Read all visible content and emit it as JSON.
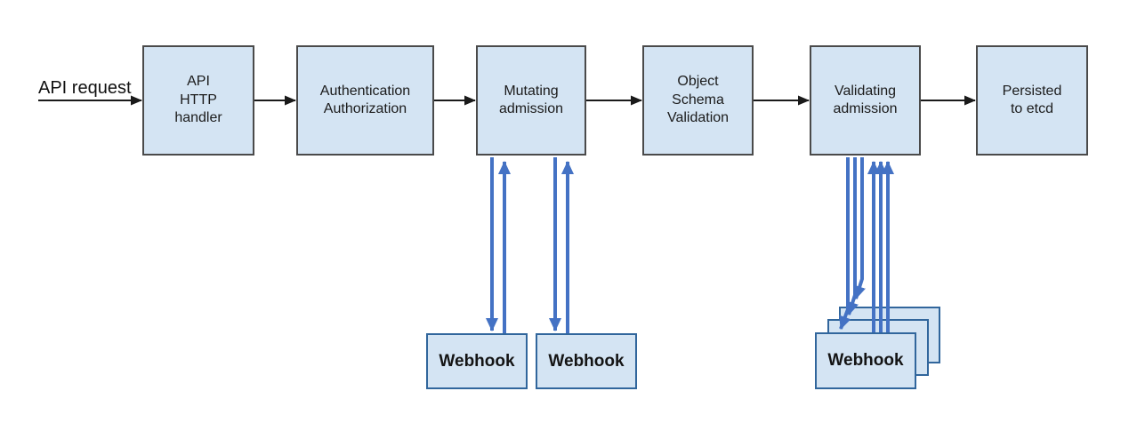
{
  "request_label": "API request",
  "nodes": [
    {
      "id": "api-http-handler",
      "label": "API\nHTTP\nhandler"
    },
    {
      "id": "authentication-authorization",
      "label": "Authentication\nAuthorization"
    },
    {
      "id": "mutating-admission",
      "label": "Mutating\nadmission"
    },
    {
      "id": "object-schema-validation",
      "label": "Object\nSchema\nValidation"
    },
    {
      "id": "validating-admission",
      "label": "Validating\nadmission"
    },
    {
      "id": "persisted-to-etcd",
      "label": "Persisted\nto etcd"
    }
  ],
  "webhooks": {
    "mutating": [
      {
        "label": "Webhook"
      },
      {
        "label": "Webhook"
      }
    ],
    "validating_stack": [
      {
        "label": "Webhook"
      },
      {
        "label": "Webhook"
      },
      {
        "label": "Webhook"
      }
    ]
  },
  "colors": {
    "background": "#ffffff",
    "box_fill": "#d4e4f3",
    "box_border": "#4a4a4a",
    "webhook_border": "#31669c",
    "flow_arrow": "#1a1a1a",
    "webhook_arrow": "#4472c4",
    "text": "#1b1b1b"
  }
}
